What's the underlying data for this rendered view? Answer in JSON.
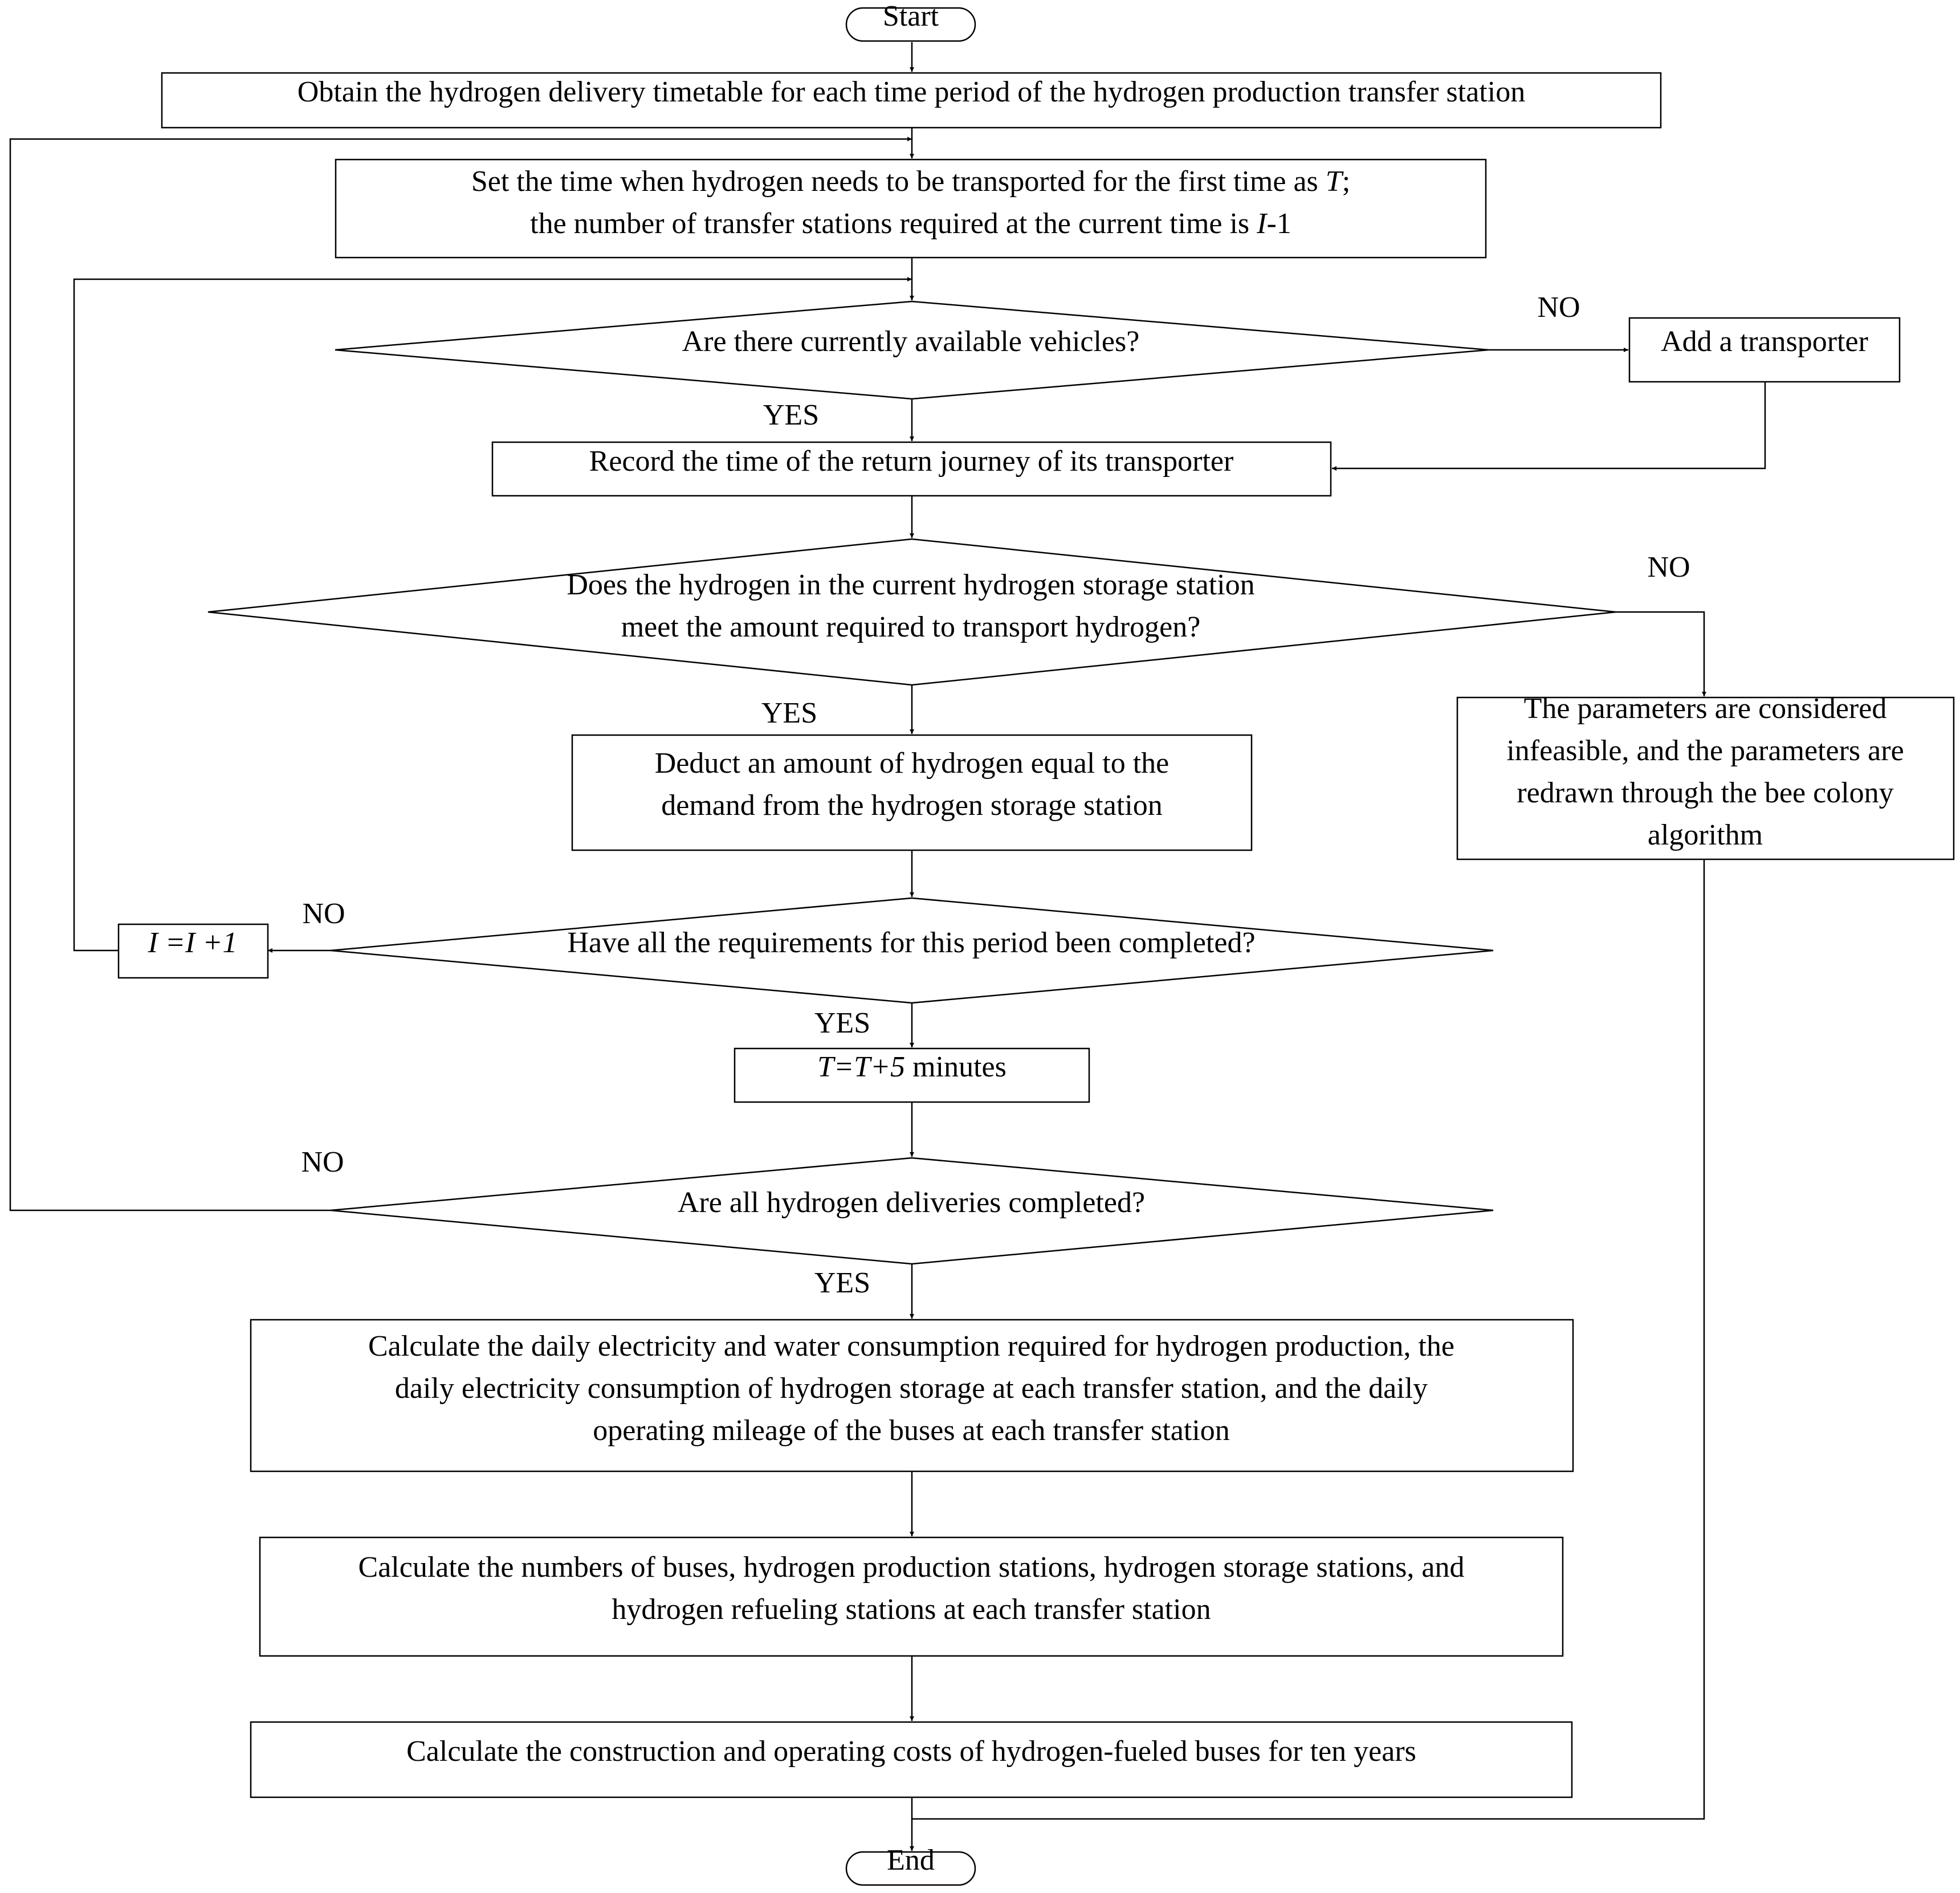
{
  "nodes": {
    "start": {
      "text": [
        "Start"
      ]
    },
    "obtain": {
      "text": [
        "Obtain the hydrogen delivery timetable for each time period of the hydrogen production transfer station"
      ]
    },
    "set_time": {
      "text": [
        [
          {
            "t": "Set the time when hydrogen needs to be transported for the first time as "
          },
          {
            "t": "T",
            "i": true
          },
          {
            "t": ";"
          }
        ],
        [
          {
            "t": "the number of transfer stations required at the current time is "
          },
          {
            "t": "I",
            "i": true
          },
          {
            "t": "-1"
          }
        ]
      ]
    },
    "q_vehicles": {
      "text": [
        "Are there currently available vehicles?"
      ]
    },
    "add_transporter": {
      "text": [
        "Add a transporter"
      ]
    },
    "record": {
      "text": [
        "Record the time of the return journey of its transporter"
      ]
    },
    "q_hydrogen": {
      "text": [
        "Does the hydrogen in the current hydrogen storage station",
        "meet the amount required to transport hydrogen?"
      ]
    },
    "infeasible": {
      "text": [
        "The parameters are considered",
        "infeasible, and the parameters are",
        "redrawn through the bee colony",
        "algorithm"
      ]
    },
    "deduct": {
      "text": [
        "Deduct an amount of hydrogen equal to the",
        "demand from the hydrogen storage station"
      ]
    },
    "q_requirements": {
      "text": [
        "Have all the requirements for this period been completed?"
      ]
    },
    "increment_i": {
      "text": [
        [
          {
            "t": "I =I +1",
            "i": true
          }
        ]
      ]
    },
    "increment_t": {
      "text": [
        [
          {
            "t": "T=T+5",
            "i": true
          },
          {
            "t": " minutes"
          }
        ]
      ]
    },
    "q_deliveries": {
      "text": [
        "Are all hydrogen deliveries completed?"
      ]
    },
    "calc_daily": {
      "text": [
        "Calculate the daily electricity and water consumption required for hydrogen production, the",
        "daily electricity consumption of hydrogen storage at each transfer station, and the daily",
        "operating mileage of the buses at each transfer station"
      ]
    },
    "calc_numbers": {
      "text": [
        "Calculate the numbers of buses, hydrogen production stations, hydrogen storage stations, and",
        "hydrogen refueling stations at each transfer station"
      ]
    },
    "calc_costs": {
      "text": [
        "Calculate the construction and operating costs of hydrogen-fueled buses for ten years"
      ]
    },
    "end": {
      "text": [
        "End"
      ]
    }
  },
  "labels": {
    "q_vehicles_no": "NO",
    "q_vehicles_yes": "YES",
    "q_hydrogen_no": "NO",
    "q_hydrogen_yes": "YES",
    "q_requirements_no": "NO",
    "q_requirements_yes": "YES",
    "q_deliveries_no": "NO",
    "q_deliveries_yes": "YES"
  }
}
